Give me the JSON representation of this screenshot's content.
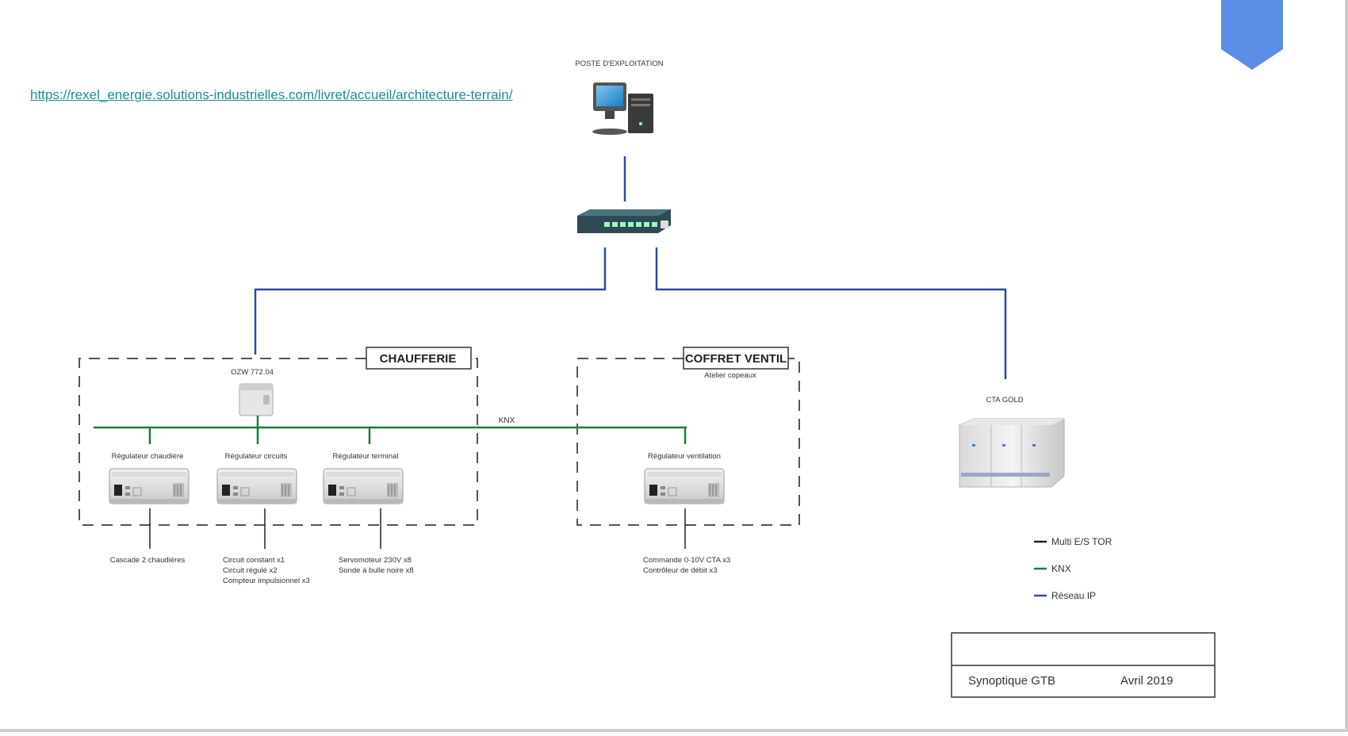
{
  "link": {
    "url_text": "https://rexel_energie.solutions-industrielles.com/livret/accueil/architecture-terrain/"
  },
  "colors": {
    "ip": "#2e4a9e",
    "knx": "#1e7a3c",
    "tor": "#222222",
    "bookmark": "#5b8de6",
    "link": "#1f8a99"
  },
  "workstation": {
    "label": "POSTE D'EXPLOITATION",
    "icon": "computer-icon"
  },
  "switch": {
    "icon": "network-switch-icon"
  },
  "chaufferie": {
    "title": "CHAUFFERIE",
    "gateway_label": "OZW 772.04",
    "regulators": [
      {
        "label": "Régulateur chaudière",
        "notes": [
          "Cascade 2 chaudières"
        ]
      },
      {
        "label": "Régulateur circuits",
        "notes": [
          "Circuit constant x1",
          "Circuit régulé x2",
          "Compteur impulsionnel x3"
        ]
      },
      {
        "label": "Régulateur terminal",
        "notes": [
          "Servomoteur 230V x8",
          "Sonde à bulle noire x8"
        ]
      }
    ]
  },
  "knx_label": "KNX",
  "coffret": {
    "title": "COFFRET VENTIL",
    "subtitle": "Atelier copeaux",
    "regulator": {
      "label": "Régulateur ventilation",
      "notes": [
        "Commande 0-10V CTA x3",
        "Contrôleur de débit x3"
      ]
    }
  },
  "cta": {
    "label": "CTA GOLD",
    "icon": "air-handling-unit-icon"
  },
  "legend": [
    {
      "label": "Multi E/S TOR",
      "color": "#222222"
    },
    {
      "label": "KNX",
      "color": "#1e7a3c"
    },
    {
      "label": "Réseau IP",
      "color": "#2e4a9e"
    }
  ],
  "title_block": {
    "name": "Synoptique GTB",
    "date": "Avril 2019"
  }
}
